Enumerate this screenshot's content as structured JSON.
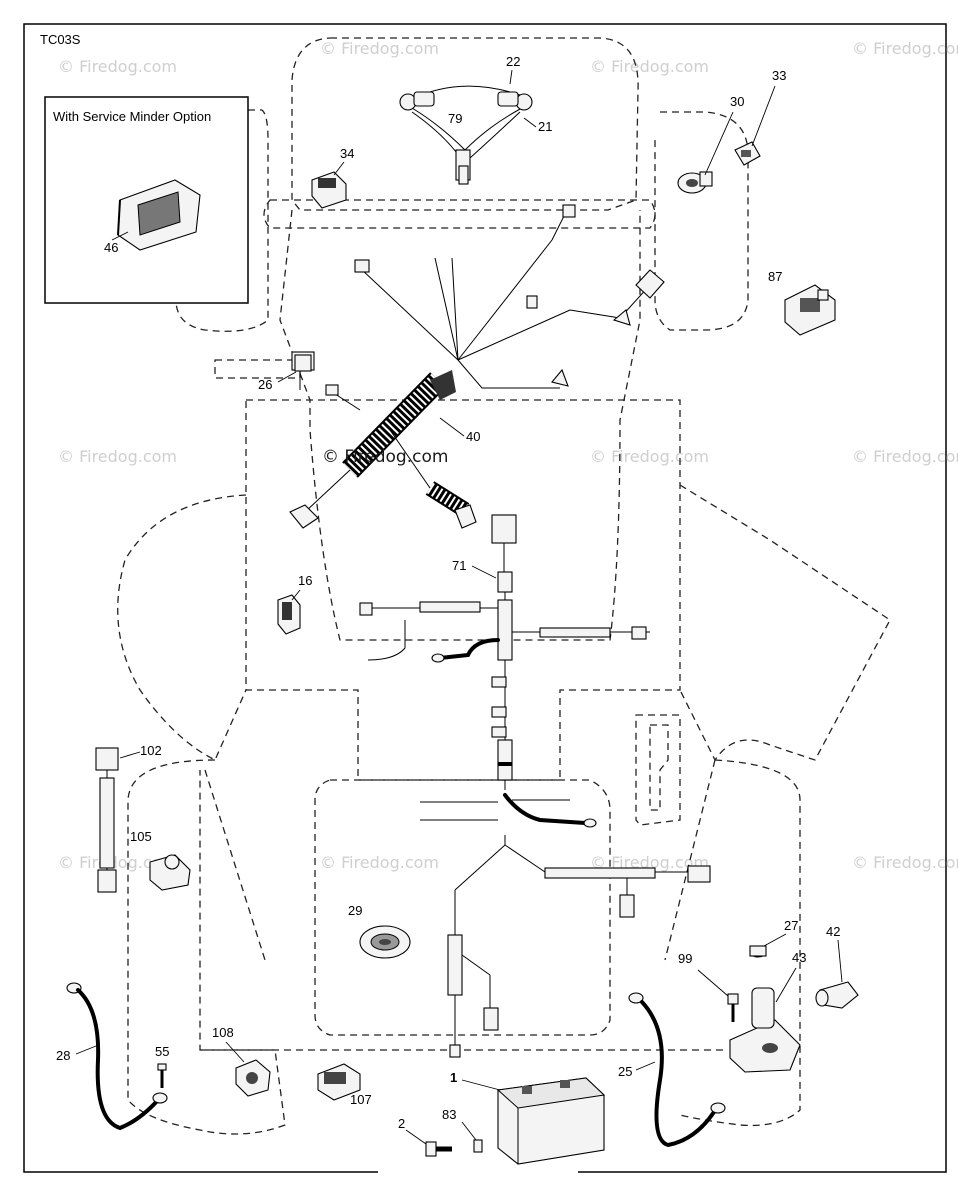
{
  "diagram": {
    "code": "TC03S",
    "option_box_title": "With Service Minder Option",
    "center_watermark": "© Firedog.com",
    "watermark": "© Firedog.com",
    "callouts": {
      "c22": "22",
      "c79": "79",
      "c21": "21",
      "c33": "33",
      "c30": "30",
      "c34": "34",
      "c46": "46",
      "c87": "87",
      "c26": "26",
      "c40": "40",
      "c16": "16",
      "c71": "71",
      "c102": "102",
      "c105": "105",
      "c29": "29",
      "c27": "27",
      "c42": "42",
      "c99": "99",
      "c43": "43",
      "c28": "28",
      "c55": "55",
      "c108": "108",
      "c107": "107",
      "c1": "1",
      "c25": "25",
      "c83": "83",
      "c2": "2"
    }
  }
}
